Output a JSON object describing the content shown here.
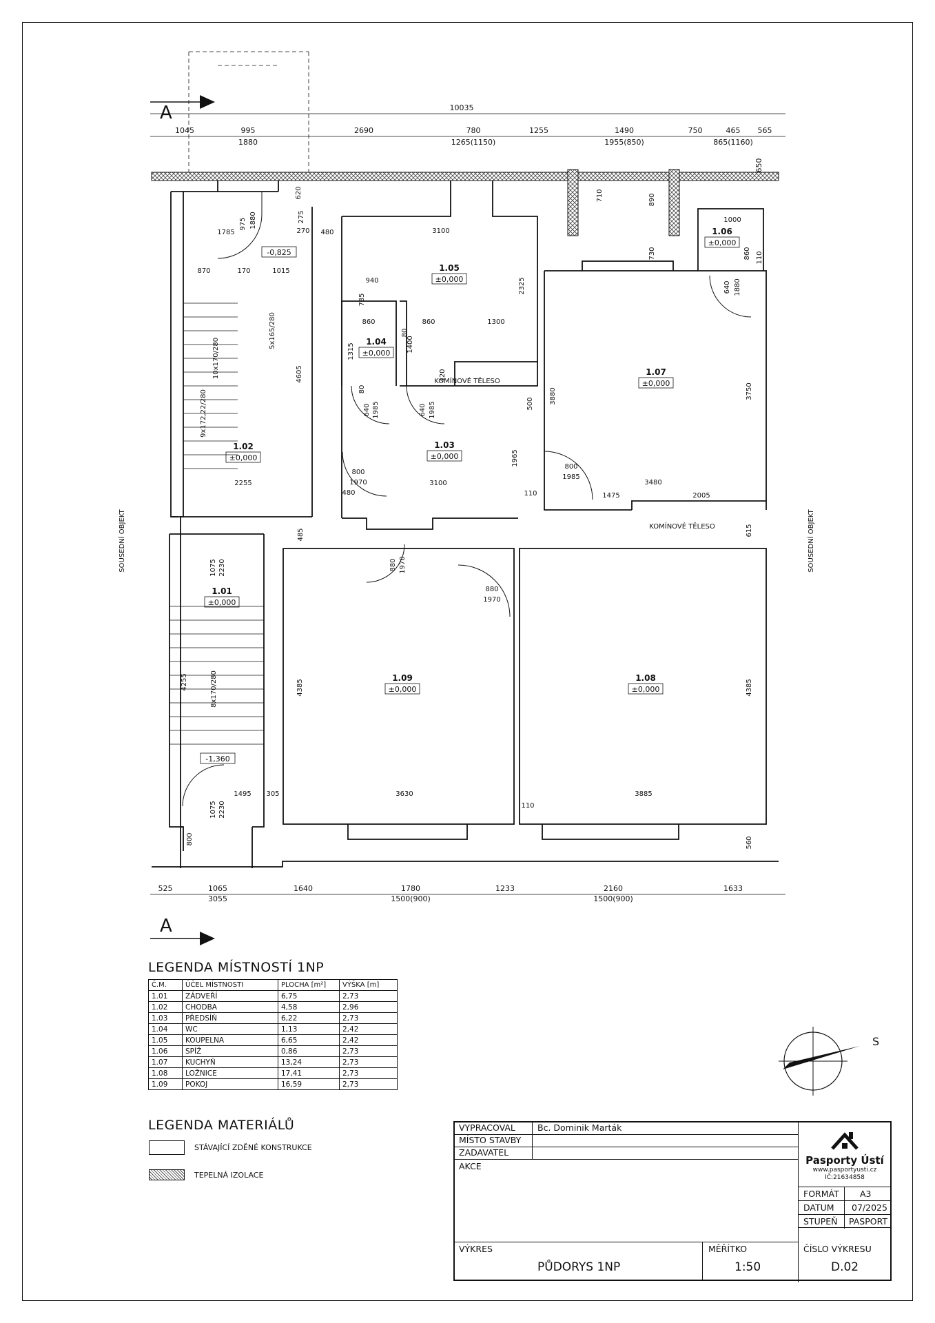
{
  "drawing": {
    "section_marker": "A",
    "dimensions_top": {
      "overall": "10035",
      "segments": [
        "1045",
        "995",
        "1880",
        "2690",
        "780",
        "1265(1150)",
        "1255",
        "1490",
        "1955(850)",
        "750",
        "465",
        "865(1160)",
        "565",
        "650"
      ]
    },
    "dimensions_bottom": {
      "segments": [
        "525",
        "1065",
        "3055",
        "1640",
        "1780",
        "1500(900)",
        "1233",
        "2160",
        "1500(900)",
        "1633"
      ]
    },
    "side_labels": {
      "left": "SOUSEDNÍ OBJEKT",
      "right": "SOUSEDNÍ OBJEKT"
    },
    "chimney_labels": [
      "KOMÍNOVÉ TĚLESO",
      "KOMÍNOVÉ TĚLESO"
    ],
    "rooms": [
      {
        "id": "1.01",
        "level": "±0,000"
      },
      {
        "id": "1.02",
        "level": "±0,000"
      },
      {
        "id": "1.03",
        "level": "±0,000"
      },
      {
        "id": "1.04",
        "level": "±0,000"
      },
      {
        "id": "1.05",
        "level": "±0,000"
      },
      {
        "id": "1.06",
        "level": "±0,000"
      },
      {
        "id": "1.07",
        "level": "±0,000"
      },
      {
        "id": "1.08",
        "level": "±0,000"
      },
      {
        "id": "1.09",
        "level": "±0,000"
      }
    ],
    "level_marks": [
      "-0,825",
      "-1,360"
    ],
    "stairs": [
      "10x170/280",
      "5x165/280",
      "9x172,22/280",
      "8x170/280"
    ],
    "inner_dims": [
      "1785",
      "975",
      "1880",
      "620",
      "275",
      "270",
      "480",
      "870",
      "170",
      "1015",
      "3100",
      "940",
      "785",
      "2325",
      "710",
      "860",
      "80",
      "860",
      "1300",
      "1315",
      "1400",
      "420",
      "80",
      "640",
      "1985",
      "640",
      "1985",
      "500",
      "4605",
      "3100",
      "1965",
      "110",
      "800",
      "1970",
      "480",
      "2255",
      "485",
      "880",
      "1970",
      "880",
      "1970",
      "890",
      "730",
      "1000",
      "860",
      "110",
      "640",
      "1880",
      "3880",
      "3750",
      "800",
      "1985",
      "3480",
      "1475",
      "2005",
      "615",
      "1075",
      "2230",
      "4255",
      "4385",
      "4385",
      "1075",
      "2230",
      "1495",
      "305",
      "3630",
      "3885",
      "110",
      "800",
      "560"
    ]
  },
  "legend_rooms": {
    "title": "LEGENDA MÍSTNOSTÍ 1NP",
    "headers": [
      "Č.M.",
      "ÚČEL MÍSTNOSTI",
      "PLOCHA [m²]",
      "VÝŠKA [m]"
    ],
    "rows": [
      [
        "1.01",
        "ZÁDVEŘÍ",
        "6,75",
        "2,73"
      ],
      [
        "1.02",
        "CHODBA",
        "4,58",
        "2,96"
      ],
      [
        "1.03",
        "PŘEDSÍŇ",
        "6,22",
        "2,73"
      ],
      [
        "1.04",
        "WC",
        "1,13",
        "2,42"
      ],
      [
        "1.05",
        "KOUPELNA",
        "6,65",
        "2,42"
      ],
      [
        "1.06",
        "SPÍŽ",
        "0,86",
        "2,73"
      ],
      [
        "1.07",
        "KUCHYŇ",
        "13,24",
        "2,73"
      ],
      [
        "1.08",
        "LOŽNICE",
        "17,41",
        "2,73"
      ],
      [
        "1.09",
        "POKOJ",
        "16,59",
        "2,73"
      ]
    ]
  },
  "legend_materials": {
    "title": "LEGENDA MATERIÁLŮ",
    "items": [
      {
        "label": "STÁVAJÍCÍ ZDĚNÉ KONSTRUKCE"
      },
      {
        "label": "TEPELNÁ IZOLACE"
      }
    ]
  },
  "north_arrow": {
    "label": "S"
  },
  "title_block": {
    "vypracoval_label": "VYPRACOVAL",
    "vypracoval_value": "Bc. Dominik Marták",
    "misto_label": "MÍSTO STAVBY",
    "zadavatel_label": "ZADAVATEL",
    "akce_label": "AKCE",
    "brand_name": "Pasporty Ústí",
    "brand_web": "www.pasportyusti.cz",
    "brand_ic": "IČ:21634858",
    "format_label": "FORMÁT",
    "format_value": "A3",
    "datum_label": "DATUM",
    "datum_value": "07/2025",
    "stupen_label": "STUPEŇ",
    "stupen_value": "PASPORT",
    "vykres_label": "VÝKRES",
    "vykres_value": "PŮDORYS 1NP",
    "meritko_label": "MĚŘÍTKO",
    "meritko_value": "1:50",
    "cislo_label": "ČÍSLO VÝKRESU",
    "cislo_value": "D.02"
  }
}
